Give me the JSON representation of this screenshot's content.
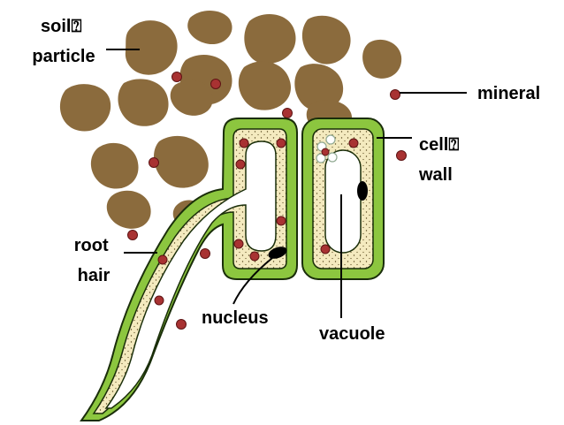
{
  "labels": {
    "soil_particle": [
      "soil⍰",
      "particle"
    ],
    "mineral": "mineral",
    "cell_wall": [
      "cell⍰",
      "wall"
    ],
    "root_hair": [
      "root",
      "hair"
    ],
    "nucleus": "nucleus",
    "vacuole": "vacuole"
  },
  "colors": {
    "soil": "#8b6b3d",
    "mineral": "#a83232",
    "cell_wall": "#8cc63f",
    "wall_outline": "#1a2e0a",
    "cytoplasm": "#f4eabf",
    "vacuole": "#ffffff",
    "nucleus": "#000000",
    "label": "#000000"
  }
}
